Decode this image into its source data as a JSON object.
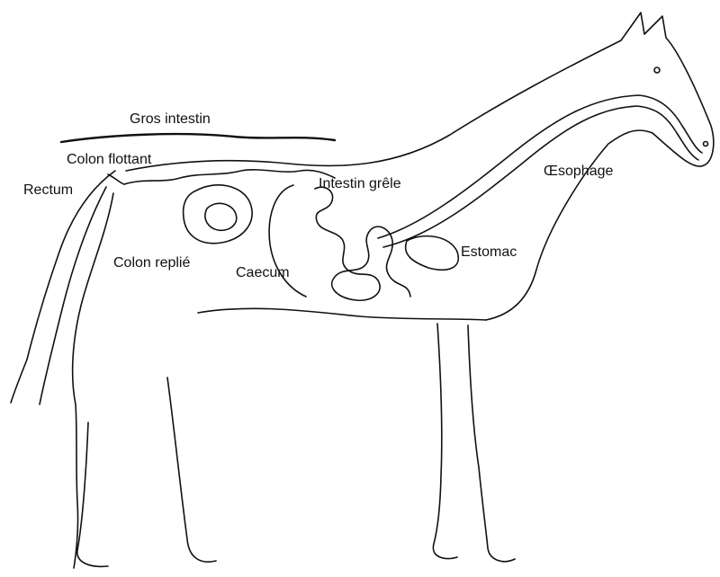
{
  "diagram": {
    "labels": {
      "gros_intestin": "Gros intestin",
      "colon_flottant": "Colon flottant",
      "rectum": "Rectum",
      "intestin_grele": "Intestin grêle",
      "oesophage": "Œsophage",
      "colon_replie": "Colon replié",
      "caecum": "Caecum",
      "estomac": "Estomac"
    },
    "colors": {
      "line": "#111111",
      "background": "#ffffff"
    }
  }
}
